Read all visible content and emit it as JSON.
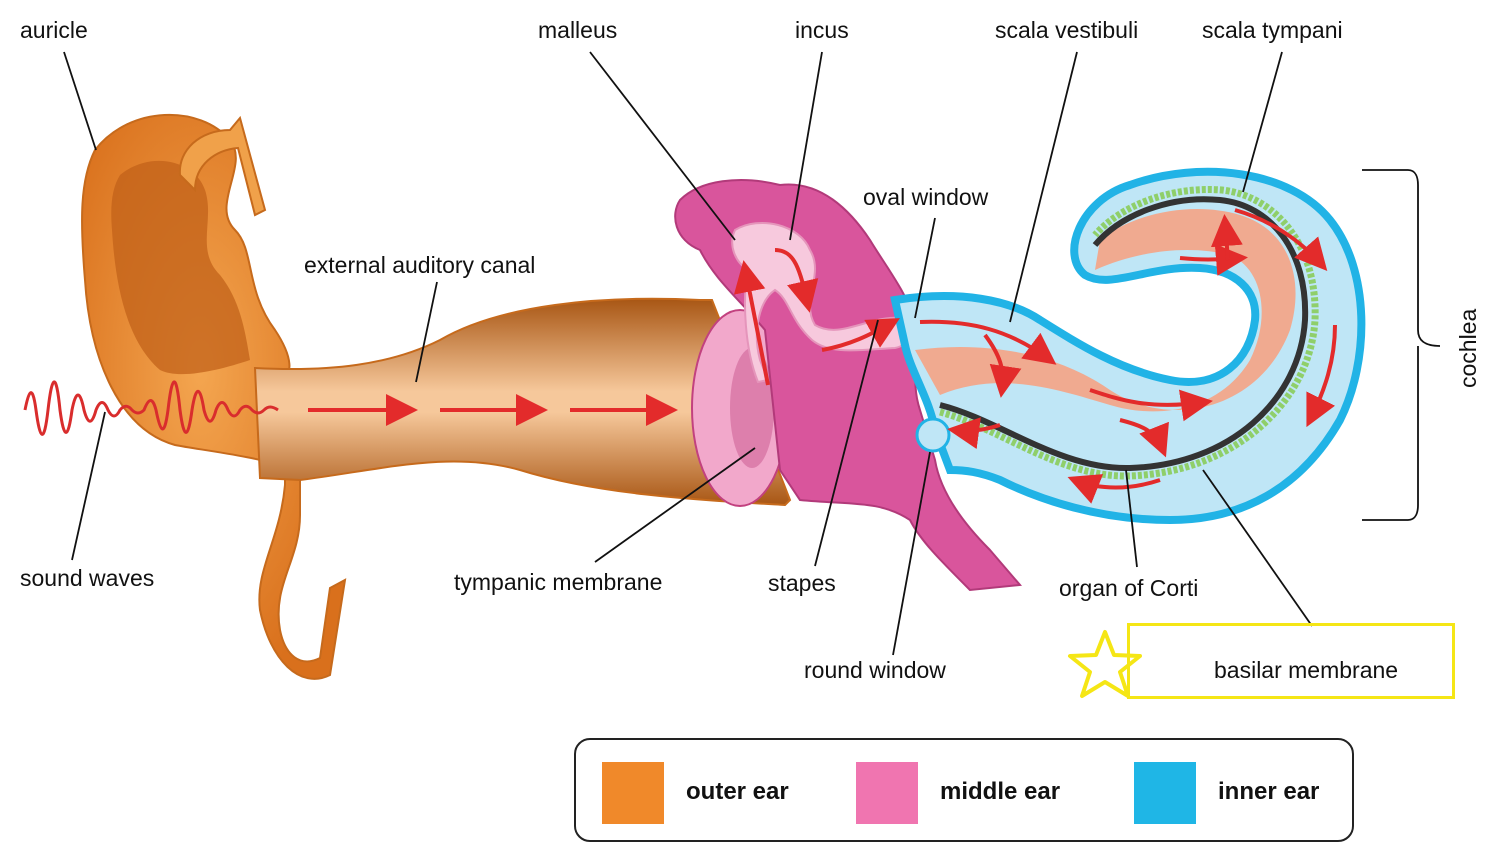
{
  "labels": {
    "auricle": "auricle",
    "malleus": "malleus",
    "incus": "incus",
    "scala_vestibuli": "scala vestibuli",
    "scala_tympani": "scala tympani",
    "oval_window": "oval window",
    "external_auditory_canal": "external auditory canal",
    "cochlea": "cochlea",
    "sound_waves": "sound waves",
    "tympanic_membrane": "tympanic membrane",
    "stapes": "stapes",
    "organ_of_corti": "organ of Corti",
    "round_window": "round window",
    "basilar_membrane": "basilar membrane"
  },
  "legend": [
    {
      "label": "outer ear",
      "color": "#f0892a"
    },
    {
      "label": "middle ear",
      "color": "#f075b0"
    },
    {
      "label": "inner ear",
      "color": "#1fb6e6"
    }
  ],
  "colors": {
    "outer": "#ec8a2a",
    "outer_dark": "#b9601a",
    "middle": "#d9559c",
    "middle_light": "#f5b9d6",
    "inner": "#21b3e6",
    "inner_fill": "#bfe6f6",
    "perilymph": "#f2a78a",
    "arrow": "#e32b2b",
    "highlight": "#f5e615"
  },
  "highlight": {
    "target": "basilar membrane",
    "icon": "star-icon"
  }
}
